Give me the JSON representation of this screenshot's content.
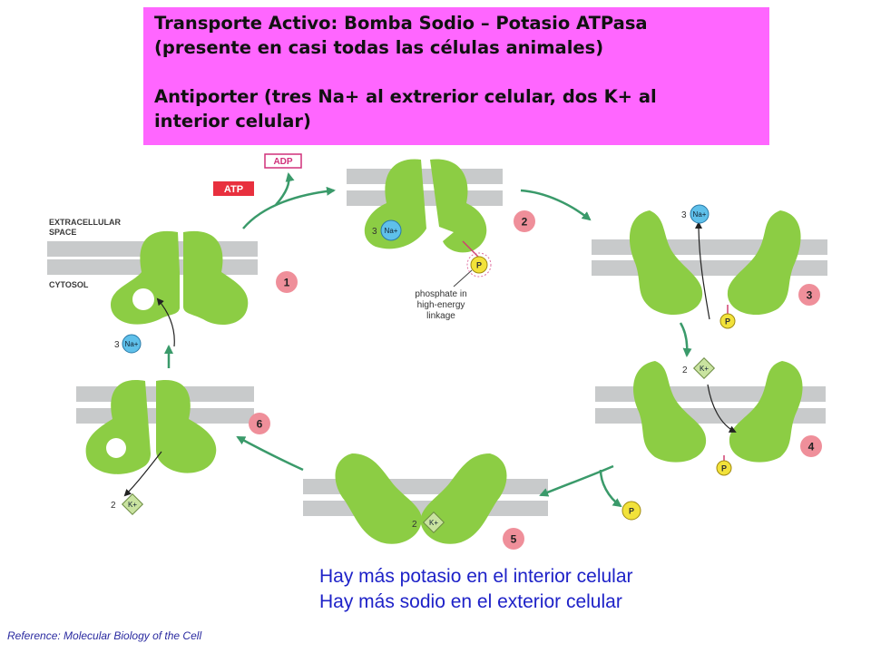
{
  "title": {
    "line1": "Transporte Activo: Bomba Sodio – Potasio ATPasa",
    "line2": "(presente en casi todas las células animales)",
    "line3": "Antiporter (tres Na+ al extrerior celular, dos K+ al",
    "line4": "interior celular)"
  },
  "diagram": {
    "extracellular_line1": "EXTRACELLULAR",
    "extracellular_line2": "SPACE",
    "cytosol": "CYTOSOL",
    "atp": "ATP",
    "adp": "ADP",
    "phosphate_note_line1": "phosphate in",
    "phosphate_note_line2": "high-energy",
    "phosphate_note_line3": "linkage",
    "na_label": "Na+",
    "k_label": "K+",
    "p_label": "P",
    "count_three": "3",
    "count_two": "2",
    "steps": [
      "1",
      "2",
      "3",
      "4",
      "5",
      "6"
    ]
  },
  "notes": {
    "line1": "Hay más potasio en el interior celular",
    "line2": "Hay más sodio en el exterior celular"
  },
  "reference": "Reference: Molecular Biology of the Cell",
  "colors": {
    "title_bg": "#ff66ff",
    "pump": "#8ccd44",
    "membrane": "#c8cacb",
    "arrow": "#3a9a6a",
    "step_badge": "#ef8f9a",
    "sodium": "#5fc0ea",
    "potassium": "#c9e3a0",
    "phosphate": "#f2e23a",
    "atp_label": "#e8303e",
    "adp_border": "#d0307a",
    "note_text": "#1e22c8"
  }
}
